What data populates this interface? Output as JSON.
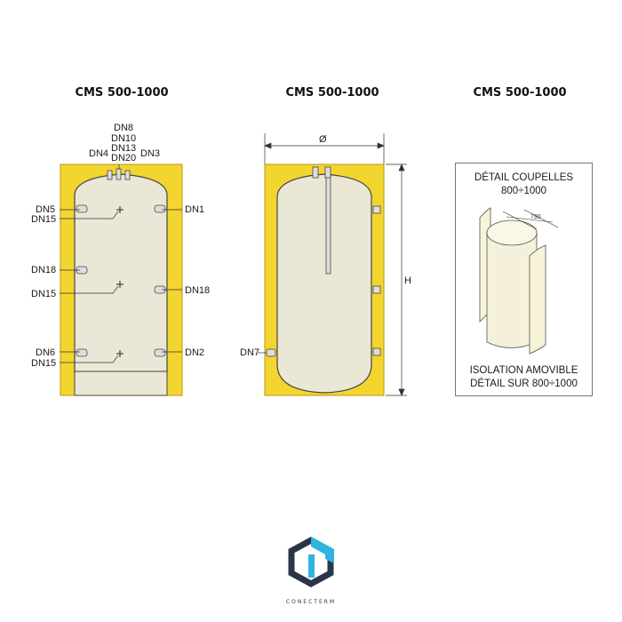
{
  "titles": [
    "CMS 500-1000",
    "CMS 500-1000",
    "CMS 500-1000"
  ],
  "left_labels": {
    "top_stack": [
      "DN8",
      "DN10",
      "DN13",
      "DN20"
    ],
    "dn4": "DN4",
    "dn3": "DN3",
    "dn5": "DN5",
    "dn15_a": "DN15",
    "dn1": "DN1",
    "dn18_left": "DN18",
    "dn15_b": "DN15",
    "dn18_right": "DN18",
    "dn6": "DN6",
    "dn15_c": "DN15",
    "dn2": "DN2"
  },
  "middle_labels": {
    "diameter": "Ø",
    "height": "H",
    "dn7": "DN7"
  },
  "detail": {
    "title_line1": "DÉTAIL COUPELLES",
    "title_line2": "800÷1000",
    "dimension": "790",
    "bottom_line1": "ISOLATION AMOVIBLE",
    "bottom_line2": "DÉTAIL SUR 800÷1000"
  },
  "brand": "CONECTERM",
  "colors": {
    "insulation": "#f2d52e",
    "insulation_edge": "#c9a81a",
    "tank": "#ebe7d6",
    "logo_dark": "#2b3548",
    "logo_cyan": "#2fb3e0"
  }
}
